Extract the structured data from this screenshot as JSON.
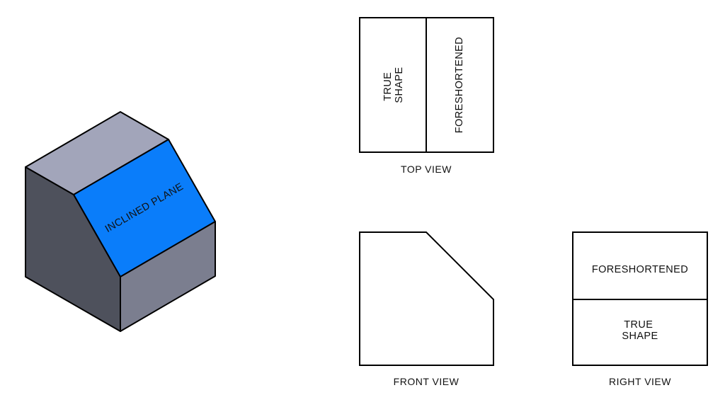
{
  "isometric": {
    "face_label": "INCLINED PLANE",
    "colors": {
      "top_face": "#a2a5ba",
      "left_face": "#4e515c",
      "right_face": "#7b7e8f",
      "inclined_face": "#0a7dfa",
      "edge": "#000000"
    }
  },
  "top_view": {
    "caption": "TOP VIEW",
    "left_region_lines": [
      "TRUE",
      "SHAPE"
    ],
    "right_region_label": "FORESHORTENED"
  },
  "front_view": {
    "caption": "FRONT VIEW"
  },
  "right_view": {
    "caption": "RIGHT VIEW",
    "top_region_label": "FORESHORTENED",
    "bottom_region_lines": [
      "TRUE",
      "SHAPE"
    ]
  }
}
